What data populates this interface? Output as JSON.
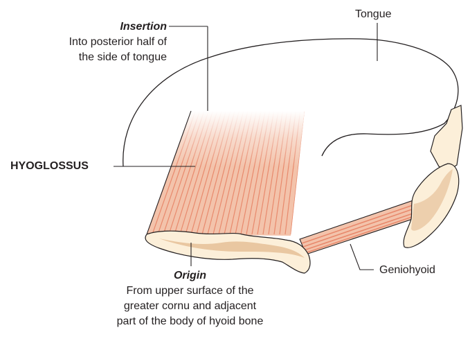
{
  "labels": {
    "tongue": "Tongue",
    "insertion_heading": "Insertion",
    "insertion_line1": "Into posterior half of",
    "insertion_line2": "the side of tongue",
    "muscle": "HYOGLOSSUS",
    "origin_heading": "Origin",
    "origin_line1": "From upper surface of the",
    "origin_line2": "greater cornu and adjacent",
    "origin_line3": "part of the body of hyoid bone",
    "geniohyoid": "Geniohyoid"
  },
  "colors": {
    "muscle_fiber": "#e8896c",
    "muscle_fill": "#f3c3ab",
    "bone": "#fcefd9",
    "bone_shadow": "#e7c29a",
    "outline": "#231f20",
    "leader_line": "#231f20"
  }
}
